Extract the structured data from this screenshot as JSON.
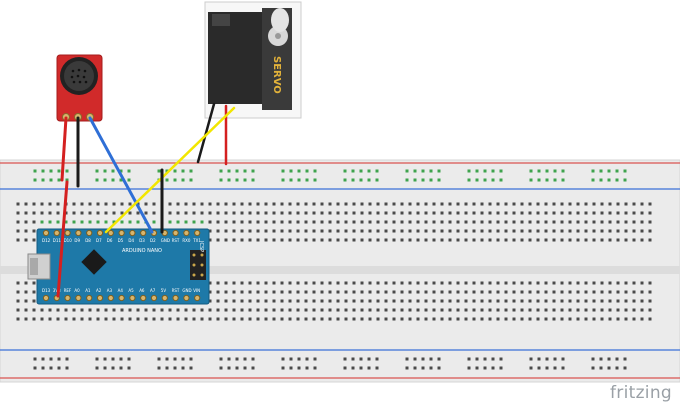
{
  "brand": "fritzing",
  "servo": {
    "label": "SERVO"
  },
  "arduino": {
    "model_label": "ARDUINO NANO",
    "chip_label": "ICSP",
    "top_pins": [
      "D12",
      "D11",
      "D10",
      "D9",
      "D8",
      "D7",
      "D6",
      "D5",
      "D4",
      "D3",
      "D2",
      "GND",
      "RST",
      "RX0",
      "TX1"
    ],
    "bottom_pins": [
      "D13",
      "3V3",
      "REF",
      "A0",
      "A1",
      "A2",
      "A3",
      "A4",
      "A5",
      "A6",
      "A7",
      "5V",
      "RST",
      "GND",
      "VIN"
    ]
  },
  "colors": {
    "breadboard": "#ebebeb",
    "rail_red": "#d9534f",
    "rail_blue": "#3b6fd8",
    "hole_green": "#3fa34d",
    "wire_red": "#d42020",
    "wire_black": "#1a1a1a",
    "wire_blue": "#2f6fd6",
    "wire_yellow": "#f2e600",
    "arduino_board": "#1e79a8",
    "mic_board": "#d12a2a"
  },
  "icons": [
    "usb-connector-icon",
    "microcontroller-chip-icon",
    "microphone-grille-icon",
    "servo-horn-icon"
  ]
}
